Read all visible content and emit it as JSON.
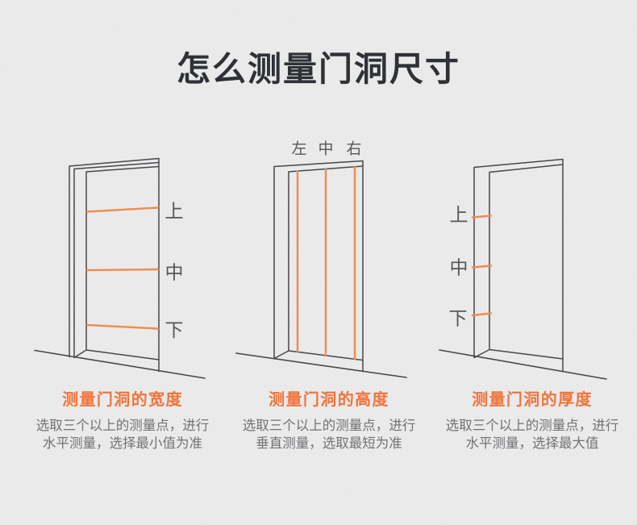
{
  "page": {
    "title": "怎么测量门洞尺寸",
    "background_color": "#ededed",
    "title_color": "#2e3136"
  },
  "colors": {
    "measure_line_orange": "#f08c4c",
    "heading_orange": "#f2743b",
    "frame_outline": "#45474b",
    "point_label_gray": "#55575a",
    "body_text_gray": "#707275"
  },
  "doors": [
    {
      "id": "width-measurement-door",
      "point_labels": [
        "上",
        "中",
        "下"
      ]
    },
    {
      "id": "height-measurement-door",
      "point_labels": [
        "左",
        "中",
        "右"
      ]
    },
    {
      "id": "thickness-measurement-door",
      "point_labels": [
        "上",
        "中",
        "下"
      ]
    }
  ],
  "captions": [
    {
      "heading": "测量门洞的宽度",
      "line1": "选取三个以上的测量点，进行",
      "line2": "水平测量，选择最小值为准"
    },
    {
      "heading": "测量门洞的高度",
      "line1": "选取三个以上的测量点，进行",
      "line2": "垂直测量，选取最短为准"
    },
    {
      "heading": "测量门洞的厚度",
      "line1": "选取三个以上的测量点，进行",
      "line2": "水平测量，选择最大值"
    }
  ]
}
